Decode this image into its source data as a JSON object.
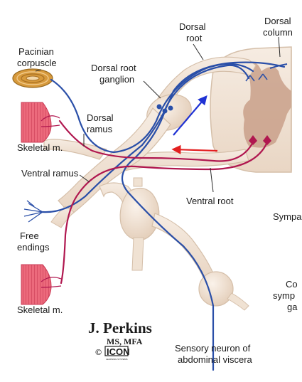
{
  "labels": {
    "pacinian_line1": "Pacinian",
    "pacinian_line2": "corpuscle",
    "dorsal_root_line1": "Dorsal",
    "dorsal_root_line2": "root",
    "dorsal_column_line1": "Dorsal",
    "dorsal_column_line2": "column",
    "drg_line1": "Dorsal root",
    "drg_line2": "ganglion",
    "dorsal_ramus_line1": "Dorsal",
    "dorsal_ramus_line2": "ramus",
    "skeletal_upper": "Skeletal m.",
    "ventral_ramus": "Ventral ramus",
    "ventral_root": "Ventral root",
    "sympathetic_partial": "Sympa",
    "free_line1": "Free",
    "free_line2": "endings",
    "skeletal_lower": "Skeletal m.",
    "co_partial": "Co",
    "symp_partial": "symp",
    "ga_partial": "ga",
    "sensory_line1": "Sensory neuron of",
    "sensory_line2": "abdominal viscera"
  },
  "signature": {
    "name": "J. Perkins",
    "degree": "MS, MFA",
    "copyright": "©",
    "logo": "ICON",
    "logo_sub": "LEARNING SYSTEMS"
  },
  "colors": {
    "sensory_fiber": "#2a4fa8",
    "motor_fiber": "#b0174f",
    "nerve_tissue": "#f1e3d6",
    "nerve_outline": "#d8c2ad",
    "gray_matter": "#c9a08a",
    "muscle": "#e8566b",
    "arrow_blue": "#1f32d4",
    "arrow_red": "#e32020"
  }
}
